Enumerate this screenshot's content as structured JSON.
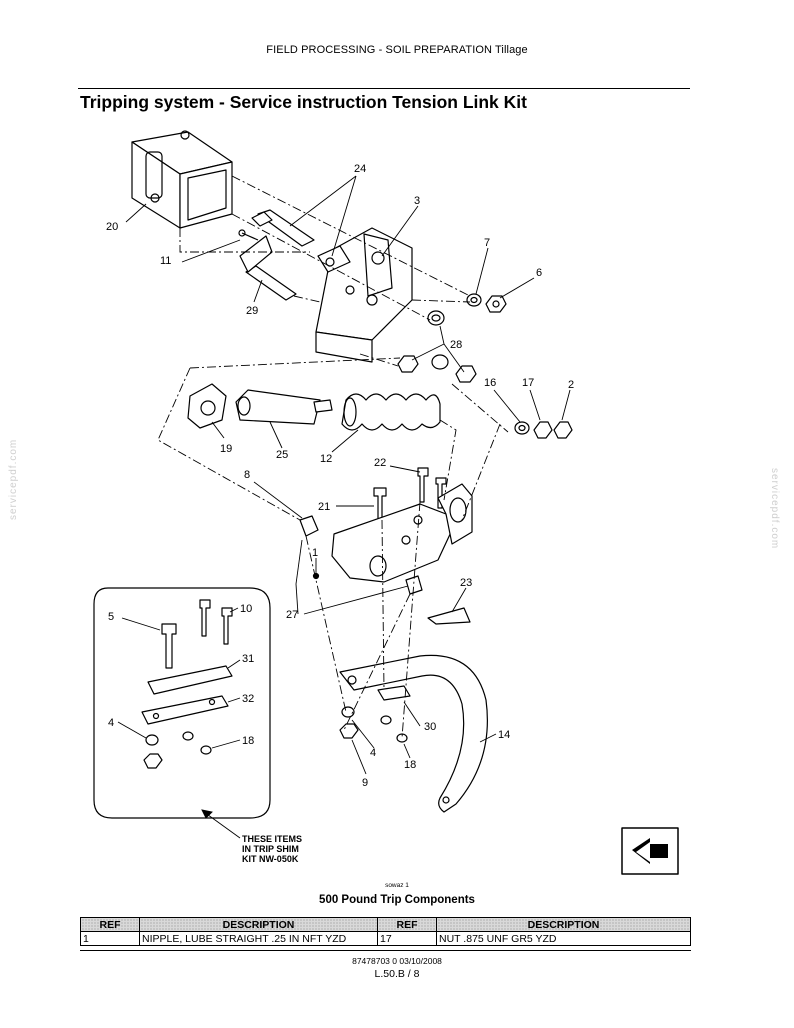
{
  "header": {
    "section": "FIELD PROCESSING - SOIL PREPARATION Tillage"
  },
  "title": "Tripping system - Service instruction Tension Link Kit",
  "watermark": "servicepdf.com",
  "diagram": {
    "callouts": {
      "c20": "20",
      "c24": "24",
      "c3": "3",
      "c11": "11",
      "c7": "7",
      "c6": "6",
      "c29": "29",
      "c28": "28",
      "c16": "16",
      "c17": "17",
      "c2": "2",
      "c19": "19",
      "c25": "25",
      "c12": "12",
      "c22": "22",
      "c8": "8",
      "c21": "21",
      "c1": "1",
      "c27": "27",
      "c23": "23",
      "c5": "5",
      "c10": "10",
      "c31": "31",
      "c32": "32",
      "c4a": "4",
      "c18a": "18",
      "c30": "30",
      "c14": "14",
      "c4b": "4",
      "c18b": "18",
      "c9": "9"
    },
    "kit_note": [
      "THESE ITEMS",
      "IN TRIP SHIM",
      "KIT NW-050K"
    ]
  },
  "figure_id": "sowaz    1",
  "caption": "500 Pound Trip Components",
  "table": {
    "headers": [
      "REF",
      "DESCRIPTION",
      "REF",
      "DESCRIPTION"
    ],
    "rows": [
      [
        "1",
        "NIPPLE, LUBE STRAIGHT .25 IN NFT YZD",
        "17",
        "NUT .875 UNF GR5 YZD"
      ]
    ]
  },
  "footer": {
    "doc_id": "87478703 0 03/10/2008",
    "page": "L.50.B / 8"
  }
}
